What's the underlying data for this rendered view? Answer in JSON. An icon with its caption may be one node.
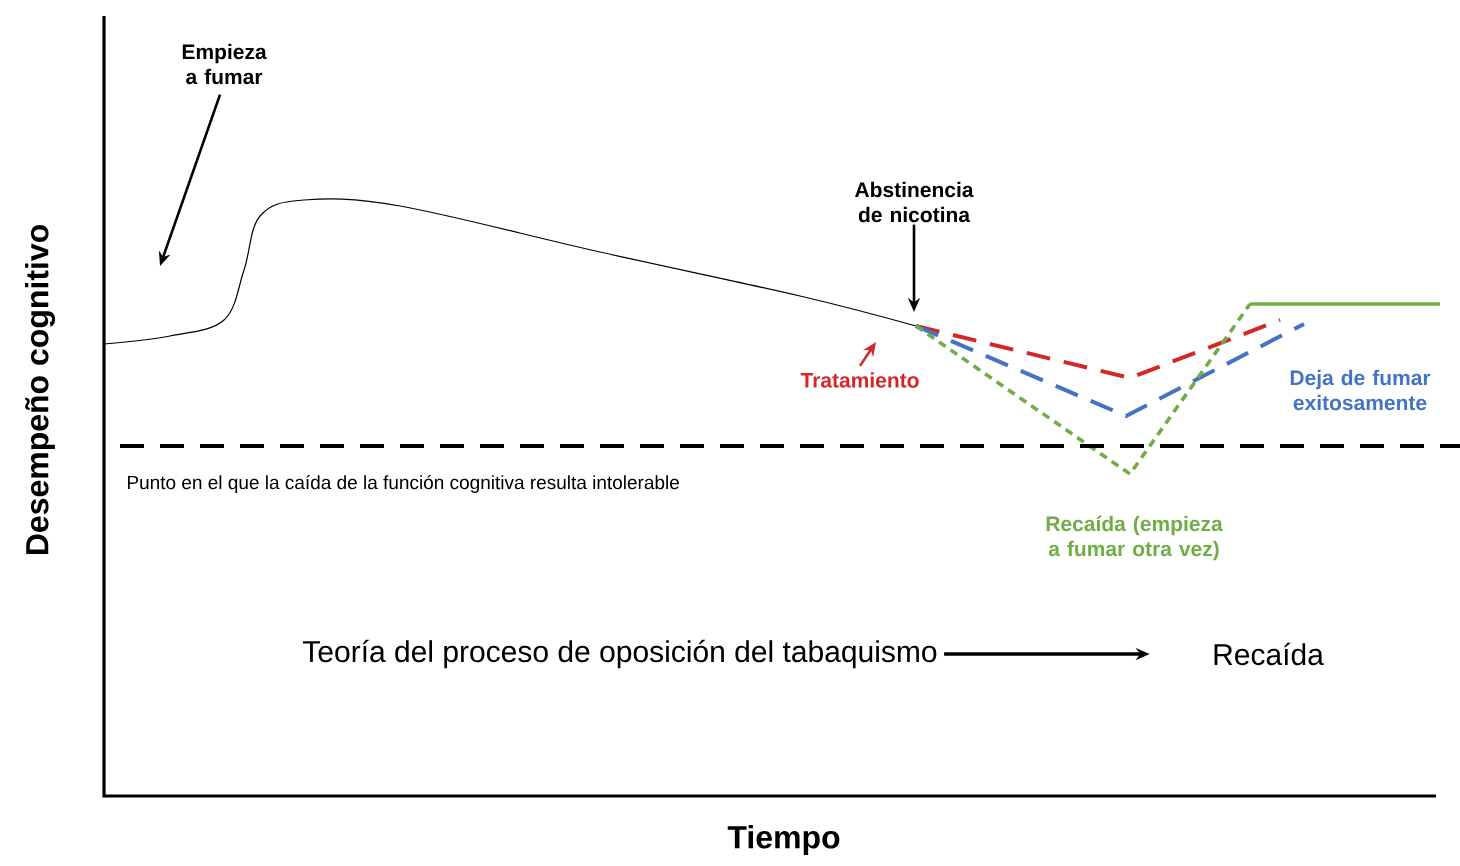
{
  "diagram": {
    "nodes": [
      {
        "text": [
          "Empieza a fumar"
        ]
      },
      {
        "text": [
          "Abstinencia de nicotina"
        ]
      },
      {
        "text": [
          "Tratamiento"
        ]
      },
      {
        "text": [
          "Teoría del proceso de oposición del tabaquismo"
        ]
      },
      {
        "text": [
          "Recaída"
        ]
      }
    ],
    "edges": [
      {
        "from": 0,
        "to": null,
        "arrow": "to"
      },
      {
        "from": 1,
        "to": null,
        "arrow": "to"
      },
      {
        "from": 2,
        "to": null,
        "arrow": "to",
        "color": "#d62728"
      },
      {
        "from": 3,
        "to": 4,
        "arrow": "to"
      }
    ],
    "labels": [
      "Desempeño cognitivo",
      "Punto en el que la caída de la función cognitiva resulta intolerable",
      "Deja de fumar exitosamente",
      "Recaída (empieza a fumar otra vez)",
      "Tiempo"
    ]
  }
}
